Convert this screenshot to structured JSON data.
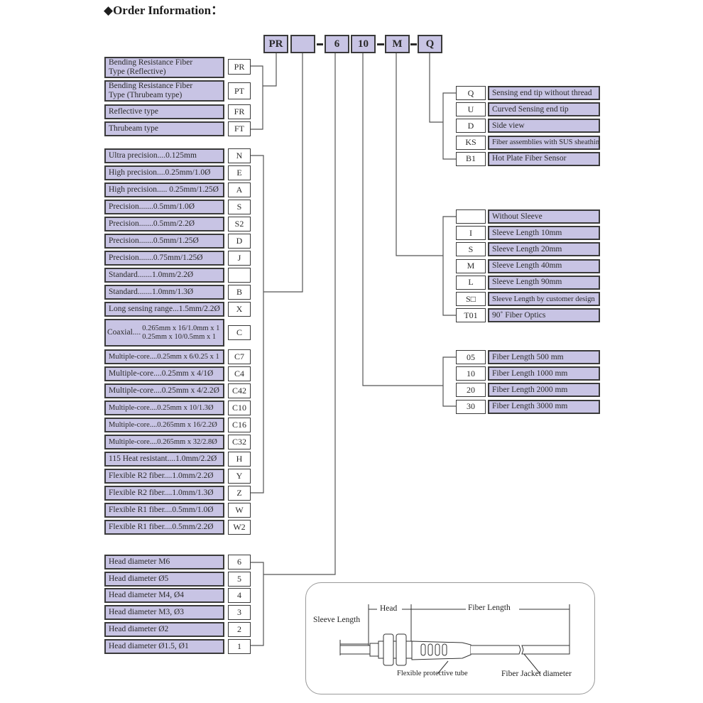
{
  "title": "◆Order Information：",
  "model_code": {
    "segments": [
      "PR",
      "",
      "6",
      "10",
      "M",
      "Q"
    ]
  },
  "fiber_type": [
    {
      "desc": "Bending Resistance Fiber Type (Reflective)",
      "desc_line1": "Bending Resistance Fiber",
      "desc_line2": "Type (Reflective)",
      "code": "PR"
    },
    {
      "desc": "Bending Resistance Fiber Type (Thrubeam type)",
      "desc_line1": "Bending Resistance Fiber",
      "desc_line2": "Type (Thrubeam type)",
      "code": "PT"
    },
    {
      "desc": "Reflective type",
      "code": "FR"
    },
    {
      "desc": "Thrubeam type",
      "code": "FT"
    }
  ],
  "fiber_spec": [
    {
      "desc": "Ultra precision....0.125mm",
      "code": "N"
    },
    {
      "desc": "High precision....0.25mm/1.0Ø",
      "code": "E"
    },
    {
      "desc": "High precision..... 0.25mm/1.25Ø",
      "code": "A"
    },
    {
      "desc": "Precision.......0.5mm/1.0Ø",
      "code": "S"
    },
    {
      "desc": "Precision.......0.5mm/2.2Ø",
      "code": "S2"
    },
    {
      "desc": "Precision.......0.5mm/1.25Ø",
      "code": "D"
    },
    {
      "desc": "Precision.......0.75mm/1.25Ø",
      "code": "J"
    },
    {
      "desc": "Standard.......1.0mm/2.2Ø",
      "code": ""
    },
    {
      "desc": "Standard.......1.0mm/1.3Ø",
      "code": "B"
    },
    {
      "desc": "Long sensing range...1.5mm/2.2Ø",
      "code": "X"
    },
    {
      "desc": "Coaxial....",
      "desc_line1": "0.265mm x 16/1.0mm x 1",
      "desc_line2": "0.25mm x 10/0.5mm x 1",
      "code": "C"
    },
    {
      "desc": "Multiple-core....0.25mm x 6/0.25 x 1",
      "code": "C7"
    },
    {
      "desc": "Multiple-core....0.25mm x 4/1Ø",
      "code": "C4"
    },
    {
      "desc": "Multiple-core....0.25mm x 4/2.2Ø",
      "code": "C42"
    },
    {
      "desc": "Multiple-core....0.25mm x 10/1.3Ø",
      "code": "C10"
    },
    {
      "desc": "Multiple-core....0.265mm x 16/2.2Ø",
      "code": "C16"
    },
    {
      "desc": "Multiple-core....0.265mm x 32/2.8Ø",
      "code": "C32"
    },
    {
      "desc": "115 Heat resistant....1.0mm/2.2Ø",
      "code": "H"
    },
    {
      "desc": "Flexible R2 fiber....1.0mm/2.2Ø",
      "code": "Y"
    },
    {
      "desc": "Flexible R2 fiber....1.0mm/1.3Ø",
      "code": "Z"
    },
    {
      "desc": "Flexible R1 fiber....0.5mm/1.0Ø",
      "code": "W"
    },
    {
      "desc": "Flexible R1 fiber....0.5mm/2.2Ø",
      "code": "W2"
    }
  ],
  "head_diameter": [
    {
      "desc": "Head diameter M6",
      "code": "6"
    },
    {
      "desc": "Head diameter Ø5",
      "code": "5"
    },
    {
      "desc": "Head diameter M4, Ø4",
      "code": "4"
    },
    {
      "desc": "Head diameter M3, Ø3",
      "code": "3"
    },
    {
      "desc": "Head diameter Ø2",
      "code": "2"
    },
    {
      "desc": "Head diameter Ø1.5, Ø1",
      "code": "1"
    }
  ],
  "sensing_tip": [
    {
      "code": "Q",
      "desc": "Sensing end tip without thread"
    },
    {
      "code": "U",
      "desc": "Curved Sensing end tip"
    },
    {
      "code": "D",
      "desc": "Side view"
    },
    {
      "code": "KS",
      "desc": "Fiber assemblies with SUS sheathing"
    },
    {
      "code": "B1",
      "desc": "Hot Plate Fiber Sensor"
    }
  ],
  "sleeve": [
    {
      "code": "",
      "desc": "Without Sleeve"
    },
    {
      "code": "I",
      "desc": "Sleeve Length 10mm"
    },
    {
      "code": "S",
      "desc": "Sleeve Length 20mm"
    },
    {
      "code": "M",
      "desc": "Sleeve Length 40mm"
    },
    {
      "code": "L",
      "desc": "Sleeve Length 90mm"
    },
    {
      "code": "S□",
      "desc": "Sleeve Length by customer design"
    },
    {
      "code": "T01",
      "desc": "90˚ Fiber Optics"
    }
  ],
  "fiber_length": [
    {
      "code": "05",
      "desc": "Fiber Length 500 mm"
    },
    {
      "code": "10",
      "desc": "Fiber Length 1000 mm"
    },
    {
      "code": "20",
      "desc": "Fiber Length 2000 mm"
    },
    {
      "code": "30",
      "desc": "Fiber Length 3000 mm"
    }
  ],
  "diagram": {
    "sleeve_length": "Sleeve Length",
    "head": "Head",
    "fiber_length": "Fiber Length",
    "flexible_tube": "Flexible protective tube",
    "jacket_diameter": "Fiber Jacket diameter"
  }
}
